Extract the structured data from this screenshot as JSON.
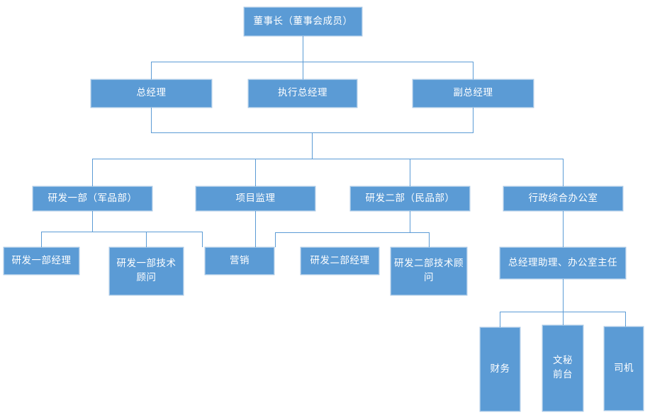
{
  "chart": {
    "type": "org-chart",
    "title": "",
    "palette": {
      "node_fill": "#5b9bd5",
      "node_border": "#9dc3e6",
      "node_text": "#ffffff",
      "connector": "#5b9bd5",
      "background": "#ffffff"
    },
    "levels": [
      {
        "level": 1,
        "nodes": [
          {
            "id": "chairman",
            "label": "董事长（董事会成员）"
          }
        ]
      },
      {
        "level": 2,
        "nodes": [
          {
            "id": "gm",
            "label": "总经理"
          },
          {
            "id": "exec-gm",
            "label": "执行总经理"
          },
          {
            "id": "deputy-gm",
            "label": "副总经理"
          }
        ]
      },
      {
        "level": 3,
        "nodes": [
          {
            "id": "rd1",
            "label": "研发一部（军品部）"
          },
          {
            "id": "pm",
            "label": "项目监理"
          },
          {
            "id": "rd2",
            "label": "研发二部（民品部）"
          },
          {
            "id": "admin-office",
            "label": "行政综合办公室"
          }
        ]
      },
      {
        "level": 4,
        "nodes": [
          {
            "id": "rd1-manager",
            "label": "研发一部经理"
          },
          {
            "id": "rd1-advisor",
            "label": "研发一部技术顾问"
          },
          {
            "id": "marketing",
            "label": "营销"
          },
          {
            "id": "rd2-manager",
            "label": "研发二部经理"
          },
          {
            "id": "rd2-advisor",
            "label": "研发二部技术顾问"
          },
          {
            "id": "gm-assistant",
            "label": "总经理助理、办公室主任"
          }
        ]
      },
      {
        "level": 5,
        "nodes": [
          {
            "id": "finance",
            "label": "财务"
          },
          {
            "id": "secretary",
            "label": "文秘\n前台"
          },
          {
            "id": "driver",
            "label": "司机"
          }
        ]
      }
    ],
    "edges": [
      {
        "from": "chairman",
        "to": "gm"
      },
      {
        "from": "chairman",
        "to": "exec-gm"
      },
      {
        "from": "chairman",
        "to": "deputy-gm"
      },
      {
        "from": "gm",
        "to": "rd1"
      },
      {
        "from": "gm",
        "to": "pm"
      },
      {
        "from": "gm",
        "to": "rd2"
      },
      {
        "from": "gm",
        "to": "admin-office"
      },
      {
        "from": "deputy-gm",
        "to": "rd1"
      },
      {
        "from": "rd1",
        "to": "rd1-manager"
      },
      {
        "from": "rd1",
        "to": "rd1-advisor"
      },
      {
        "from": "rd1",
        "to": "marketing"
      },
      {
        "from": "pm",
        "to": "marketing"
      },
      {
        "from": "rd2",
        "to": "rd2-manager"
      },
      {
        "from": "rd2",
        "to": "rd2-advisor"
      },
      {
        "from": "admin-office",
        "to": "gm-assistant"
      },
      {
        "from": "gm-assistant",
        "to": "finance"
      },
      {
        "from": "gm-assistant",
        "to": "secretary"
      },
      {
        "from": "gm-assistant",
        "to": "driver"
      }
    ]
  }
}
